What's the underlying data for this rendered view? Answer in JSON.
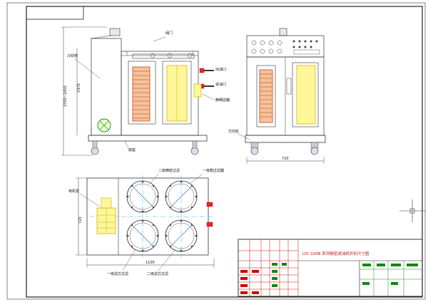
{
  "drawing": {
    "side_view": {
      "height_dim": "1550~1650",
      "inner_height_dim": "1470",
      "label_tank": "冷却塔",
      "label_outlet": "阀门",
      "label_base": "底座"
    },
    "front_view": {
      "width_dim": "720",
      "label_outlet1": "出油口",
      "label_outlet2": "进油口",
      "label_filter": "精细滤器",
      "label_wheel": "万向轮"
    },
    "top_view": {
      "width_dim": "720",
      "length_dim": "1100",
      "label_motor": "电机泵",
      "label_filter2_top": "二级精密过滤",
      "label_filter1_top": "一级粗过滤器",
      "label_filter3_bottom": "一级滤芯过滤",
      "label_filter4_bottom": "二级滤芯过滤"
    },
    "title_block": {
      "title": "LYC-100B 系列精密滤油机外形尺寸图"
    }
  }
}
